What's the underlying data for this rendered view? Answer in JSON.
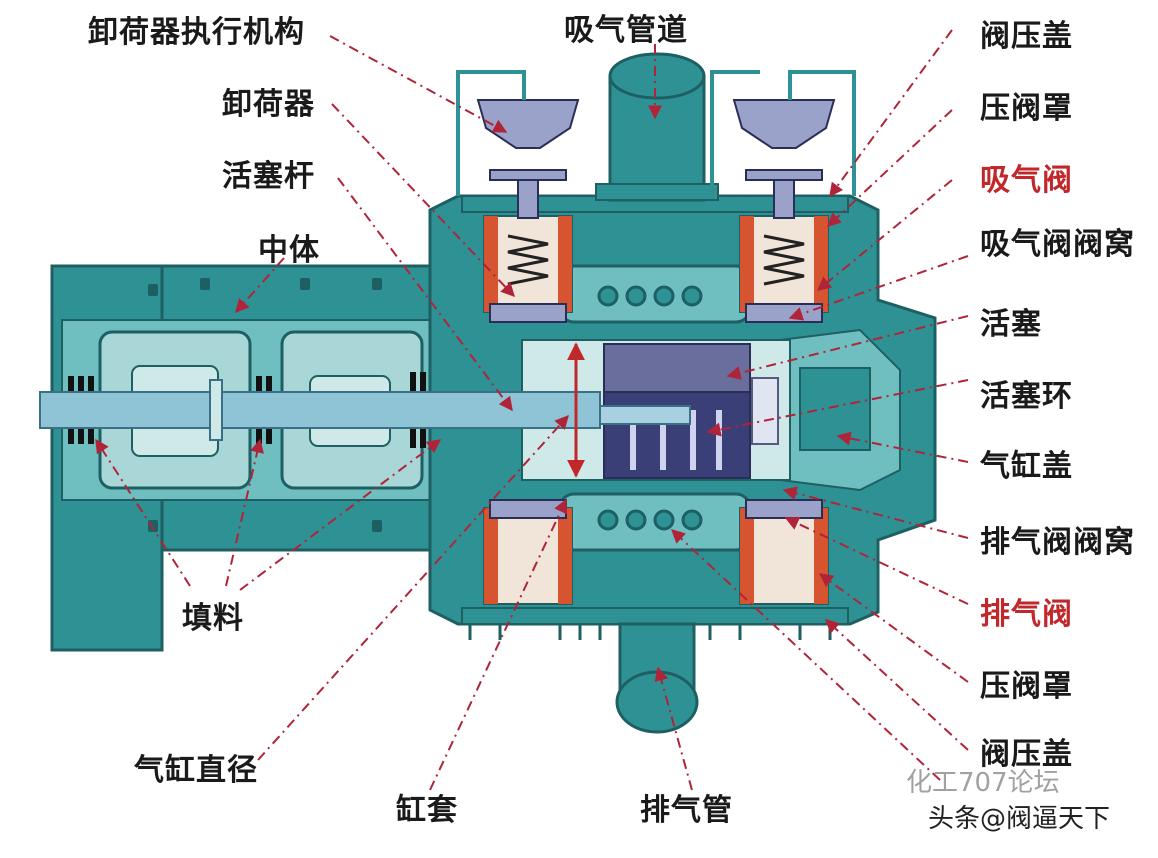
{
  "labels": {
    "unloader_actuator": "卸荷器执行机构",
    "unloader": "卸荷器",
    "piston_rod": "活塞杆",
    "middle_body": "中体",
    "packing": "填料",
    "cylinder_diameter": "气缸直径",
    "cylinder_liner": "缸套",
    "suction_pipe": "吸气管道",
    "discharge_pipe": "排气管",
    "valve_cover_top": "阀压盖",
    "valve_cage_top": "压阀罩",
    "suction_valve": "吸气阀",
    "suction_valve_seat": "吸气阀阀窝",
    "piston": "活塞",
    "piston_ring": "活塞环",
    "cylinder_head": "气缸盖",
    "discharge_valve_seat": "排气阀阀窝",
    "discharge_valve": "排气阀",
    "valve_cage_bottom": "压阀罩",
    "valve_cover_bottom": "阀压盖"
  },
  "watermark": {
    "line1": "化工707论坛",
    "line2": "头条@阀逼天下"
  },
  "colors": {
    "body": "#2e9294",
    "body_dark": "#1d5f62",
    "body_light": "#6fbfc0",
    "inner": "#a9d6d6",
    "piston": "#3b3f78",
    "rod": "#8fc3d6",
    "spring_box": "#d6542f",
    "valve": "#9aa2c9",
    "leader": "#b0243a",
    "accent_red_text": "#c0282c"
  }
}
